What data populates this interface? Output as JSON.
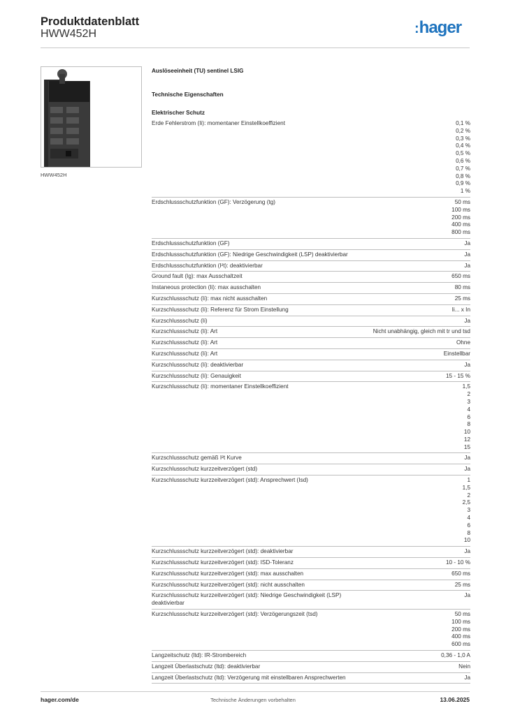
{
  "header": {
    "title": "Produktdatenblatt",
    "product_code": "HWW452H",
    "logo": "hager",
    "brand_color": "#1e73be"
  },
  "product": {
    "caption": "HWW452H"
  },
  "sections": {
    "product_name": "Auslöseeinheit (TU) sentinel LSIG",
    "tech_props": "Technische Eigenschaften",
    "electrical_protection": "Elektrischer Schutz"
  },
  "rows": [
    {
      "label": "Erde Fehlerstrom (Ii): momentaner Einstellkoeffizient",
      "values": [
        "0,1 %",
        "0,2 %",
        "0,3 %",
        "0,4 %",
        "0,5 %",
        "0,6 %",
        "0,7 %",
        "0,8 %",
        "0,9 %",
        "1 %"
      ]
    },
    {
      "label": "Erdschlussschutzfunktion (GF): Verzögerung (tg)",
      "values": [
        "50 ms",
        "100 ms",
        "200 ms",
        "400 ms",
        "800 ms"
      ]
    },
    {
      "label": "Erdschlussschutzfunktion (GF)",
      "values": [
        "Ja"
      ]
    },
    {
      "label": "Erdschlussschutzfunktion (GF): Niedrige Geschwindigkeit (LSP) deaktivierbar",
      "values": [
        "Ja"
      ]
    },
    {
      "label": "Erdschlussschutzfunktion (I²t): deaktivierbar",
      "values": [
        "Ja"
      ]
    },
    {
      "label": "Ground fault (Ig): max Ausschaltzeit",
      "values": [
        "650 ms"
      ]
    },
    {
      "label": "Instaneous protection (Ii): max ausschalten",
      "values": [
        "80 ms"
      ]
    },
    {
      "label": "Kurzschlussschutz (Ii): max nicht ausschalten",
      "values": [
        "25 ms"
      ]
    },
    {
      "label": "Kurzschlussschutz (Ii): Referenz für Strom Einstellung",
      "values": [
        "Ii... x In"
      ]
    },
    {
      "label": "Kurzschlussschutz (Ii)",
      "values": [
        "Ja"
      ]
    },
    {
      "label": "Kurzschlussschutz (Ii): Art",
      "values": [
        "Nicht unabhängig, gleich mit tr und tsd"
      ]
    },
    {
      "label": "Kurzschlussschutz (Ii): Art",
      "values": [
        "Ohne"
      ]
    },
    {
      "label": "Kurzschlussschutz (Ii): Art",
      "values": [
        "Einstellbar"
      ]
    },
    {
      "label": "Kurzschlussschutz (Ii): deaktivierbar",
      "values": [
        "Ja"
      ]
    },
    {
      "label": "Kurzschlussschutz (Ii): Genauigkeit",
      "values": [
        "15 - 15 %"
      ]
    },
    {
      "label": "Kurzschlussschutz (Ii): momentaner Einstellkoeffizient",
      "values": [
        "1,5",
        "2",
        "3",
        "4",
        "6",
        "8",
        "10",
        "12",
        "15"
      ]
    },
    {
      "label": "Kurzschlussschutz gemäß I²t Kurve",
      "values": [
        "Ja"
      ]
    },
    {
      "label": "Kurzschlussschutz kurzzeitverzögert (std)",
      "values": [
        "Ja"
      ]
    },
    {
      "label": "Kurzschlussschutz kurzzeitverzögert (std): Ansprechwert (Isd)",
      "values": [
        "1",
        "1,5",
        "2",
        "2,5",
        "3",
        "4",
        "6",
        "8",
        "10"
      ]
    },
    {
      "label": "Kurzschlussschutz kurzzeitverzögert (std): deaktivierbar",
      "values": [
        "Ja"
      ]
    },
    {
      "label": "Kurzschlussschutz kurzzeitverzögert (std): ISD-Toleranz",
      "values": [
        "10 - 10 %"
      ]
    },
    {
      "label": "Kurzschlussschutz kurzzeitverzögert (std): max ausschalten",
      "values": [
        "650 ms"
      ]
    },
    {
      "label": "Kurzschlussschutz kurzzeitverzögert (std): nicht ausschalten",
      "values": [
        "25 ms"
      ]
    },
    {
      "label": "Kurzschlussschutz kurzzeitverzögert (std): Niedrige Geschwindigkeit (LSP) deaktivierbar",
      "values": [
        "Ja"
      ]
    },
    {
      "label": "Kurzschlussschutz kurzzeitverzögert (std): Verzögerungszeit (tsd)",
      "values": [
        "50 ms",
        "100 ms",
        "200 ms",
        "400 ms",
        "600 ms"
      ]
    },
    {
      "label": "Langzeitschutz (ltd): IR-Strombereich",
      "values": [
        "0,36 - 1,0 A"
      ]
    },
    {
      "label": "Langzeit Überlastschutz (ltd): deaktivierbar",
      "values": [
        "Nein"
      ]
    },
    {
      "label": "Langzeit Überlastschutz (ltd): Verzögerung mit einstellbaren Ansprechwerten",
      "values": [
        "Ja"
      ]
    }
  ],
  "footer": {
    "website": "hager.com/de",
    "notice": "Technische Änderungen vorbehalten",
    "date": "13.06.2025"
  }
}
